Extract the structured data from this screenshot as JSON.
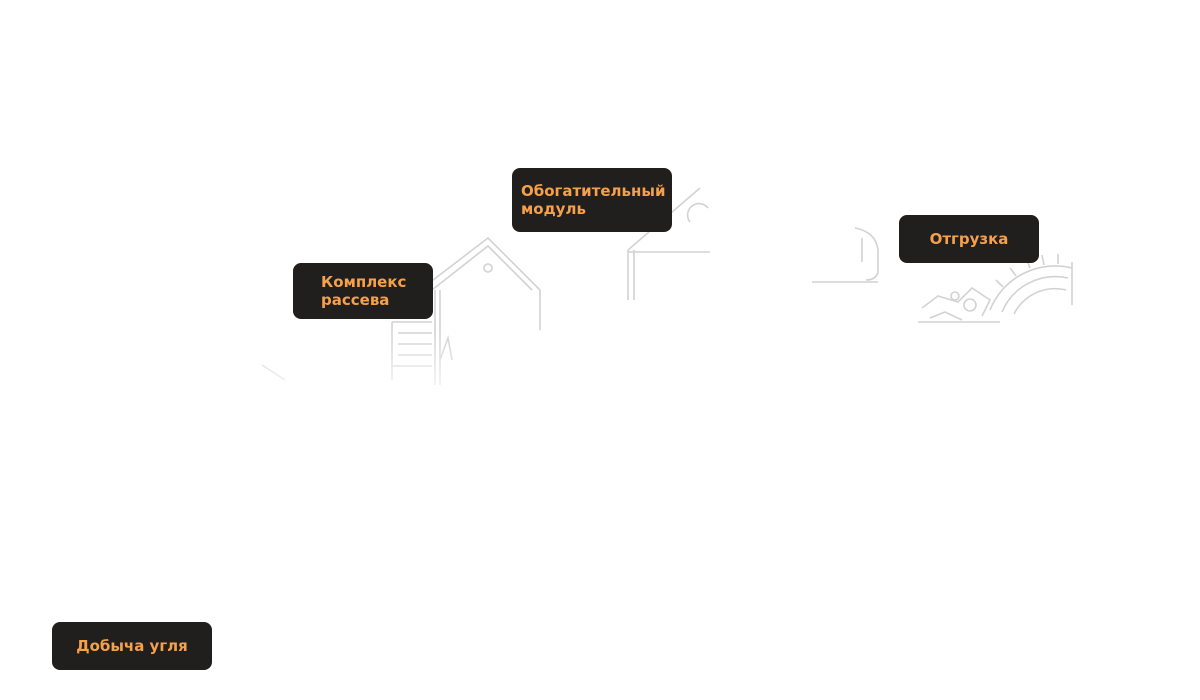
{
  "stages": {
    "mining": {
      "label": "Добыча угля"
    },
    "screening": {
      "label_line1": "Комплекс",
      "label_line2": "рассева"
    },
    "enrichment": {
      "label_line1": "Обогатительный",
      "label_line2": "модуль"
    },
    "shipment": {
      "label": "Отгрузка"
    }
  },
  "colors": {
    "label_background": "#211f1e",
    "label_text": "#f6a04a",
    "illustration_line": "#d2d2d2"
  },
  "icons": [
    "screening-building-icon",
    "enrichment-plant-icon",
    "loading-machinery-icon"
  ]
}
